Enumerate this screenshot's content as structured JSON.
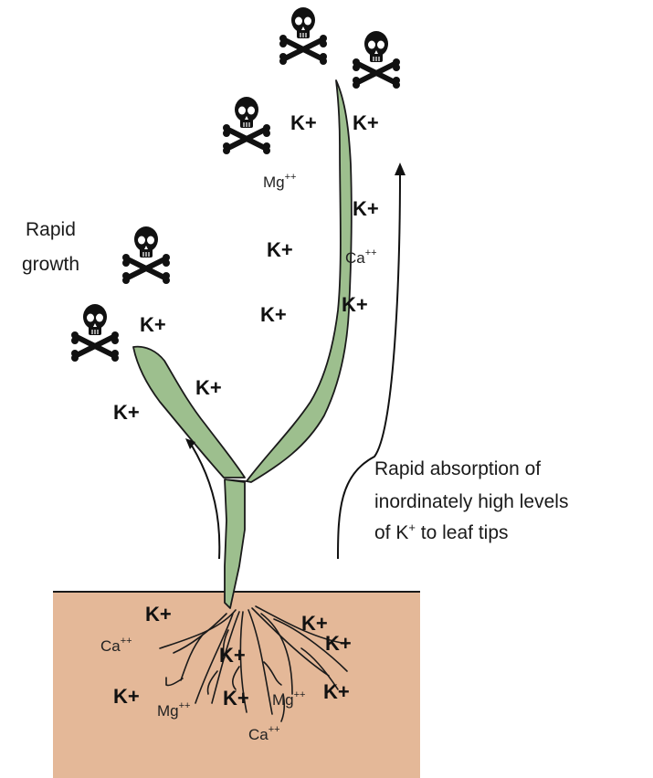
{
  "labels": {
    "rapid_growth_line1": "Rapid",
    "rapid_growth_line2": "growth",
    "caption_line1": "Rapid absorption of",
    "caption_line2": "inordinately high levels",
    "caption_line3_prefix": "of K",
    "caption_line3_sup": "+",
    "caption_line3_suffix": " to leaf tips"
  },
  "ions": {
    "potassium": "K+",
    "magnesium": "Mg",
    "calcium": "Ca",
    "divalent_sup": "++"
  },
  "colors": {
    "soil": "#e4b898",
    "leaf": "#9dbf8e",
    "outline": "#1a1a1a",
    "skull": "#111111"
  },
  "icons": [
    "skull-crossbones-icon",
    "arrow-up-icon"
  ]
}
